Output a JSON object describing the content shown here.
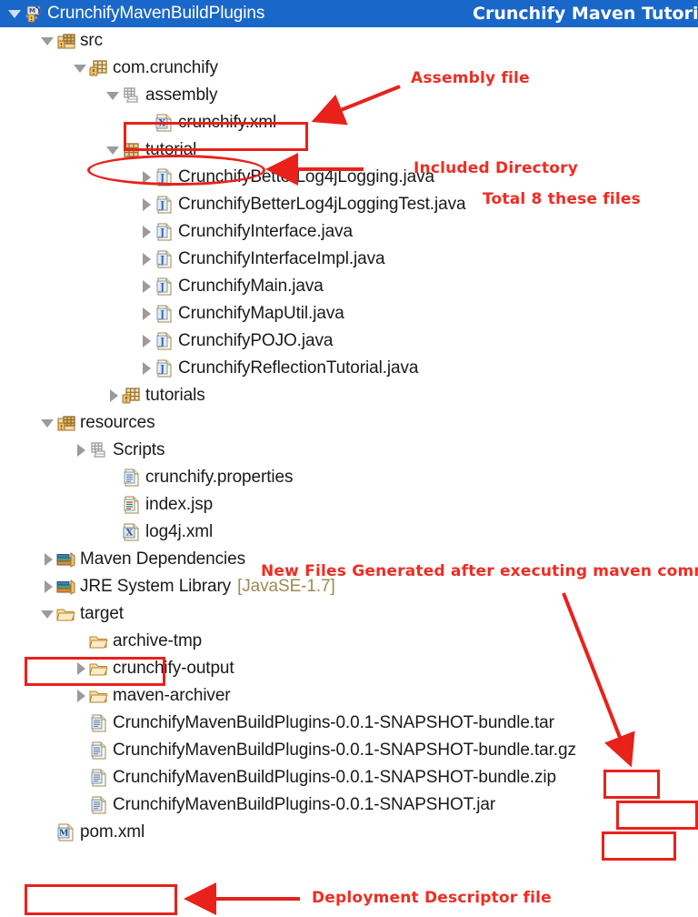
{
  "header": {
    "project_label": "CrunchifyMavenBuildPlugins",
    "watermark": "Crunchify Maven Tutorial",
    "selected_bg": "#1967c8",
    "annotation_color": "#e8211b"
  },
  "tree": [
    {
      "label": "CrunchifyMavenBuildPlugins",
      "depth": 0,
      "twisty": "open",
      "icon": "maven-project-icon",
      "selected": true
    },
    {
      "label": "src",
      "depth": 1,
      "twisty": "open",
      "icon": "source-folder-icon"
    },
    {
      "label": "com.crunchify",
      "depth": 2,
      "twisty": "open",
      "icon": "package-warning-icon"
    },
    {
      "label": "assembly",
      "depth": 3,
      "twisty": "open",
      "icon": "empty-package-icon"
    },
    {
      "label": "crunchify.xml",
      "depth": 4,
      "twisty": "none",
      "icon": "xml-file-icon"
    },
    {
      "label": "tutorial",
      "depth": 3,
      "twisty": "open",
      "icon": "package-icon"
    },
    {
      "label": "CrunchifyBetterLog4jLogging.java",
      "depth": 4,
      "twisty": "closed",
      "icon": "java-file-icon"
    },
    {
      "label": "CrunchifyBetterLog4jLoggingTest.java",
      "depth": 4,
      "twisty": "closed",
      "icon": "java-file-icon"
    },
    {
      "label": "CrunchifyInterface.java",
      "depth": 4,
      "twisty": "closed",
      "icon": "java-file-icon"
    },
    {
      "label": "CrunchifyInterfaceImpl.java",
      "depth": 4,
      "twisty": "closed",
      "icon": "java-file-icon"
    },
    {
      "label": "CrunchifyMain.java",
      "depth": 4,
      "twisty": "closed",
      "icon": "java-file-icon"
    },
    {
      "label": "CrunchifyMapUtil.java",
      "depth": 4,
      "twisty": "closed",
      "icon": "java-file-icon"
    },
    {
      "label": "CrunchifyPOJO.java",
      "depth": 4,
      "twisty": "closed",
      "icon": "java-file-icon"
    },
    {
      "label": "CrunchifyReflectionTutorial.java",
      "depth": 4,
      "twisty": "closed",
      "icon": "java-file-icon"
    },
    {
      "label": "tutorials",
      "depth": 3,
      "twisty": "closed",
      "icon": "package-warning-icon"
    },
    {
      "label": "resources",
      "depth": 1,
      "twisty": "open",
      "icon": "source-folder-icon"
    },
    {
      "label": "Scripts",
      "depth": 2,
      "twisty": "closed",
      "icon": "empty-package-icon"
    },
    {
      "label": "crunchify.properties",
      "depth": 3,
      "twisty": "none",
      "icon": "properties-file-icon"
    },
    {
      "label": "index.jsp",
      "depth": 3,
      "twisty": "none",
      "icon": "jsp-file-icon"
    },
    {
      "label": "log4j.xml",
      "depth": 3,
      "twisty": "none",
      "icon": "xml-file-icon"
    },
    {
      "label": "Maven Dependencies",
      "depth": 1,
      "twisty": "closed",
      "icon": "library-icon"
    },
    {
      "label": "JRE System Library",
      "depth": 1,
      "twisty": "closed",
      "icon": "library-icon",
      "suffix": "[JavaSE-1.7]"
    },
    {
      "label": "target",
      "depth": 1,
      "twisty": "open",
      "icon": "folder-icon"
    },
    {
      "label": "archive-tmp",
      "depth": 2,
      "twisty": "none",
      "icon": "folder-icon"
    },
    {
      "label": "crunchify-output",
      "depth": 2,
      "twisty": "closed",
      "icon": "folder-icon"
    },
    {
      "label": "maven-archiver",
      "depth": 2,
      "twisty": "closed",
      "icon": "folder-icon"
    },
    {
      "label": "CrunchifyMavenBuildPlugins-0.0.1-SNAPSHOT-bundle.tar",
      "depth": 2,
      "twisty": "none",
      "icon": "generic-file-icon"
    },
    {
      "label": "CrunchifyMavenBuildPlugins-0.0.1-SNAPSHOT-bundle.tar.gz",
      "depth": 2,
      "twisty": "none",
      "icon": "generic-file-icon"
    },
    {
      "label": "CrunchifyMavenBuildPlugins-0.0.1-SNAPSHOT-bundle.zip",
      "depth": 2,
      "twisty": "none",
      "icon": "generic-file-icon"
    },
    {
      "label": "CrunchifyMavenBuildPlugins-0.0.1-SNAPSHOT.jar",
      "depth": 2,
      "twisty": "none",
      "icon": "generic-file-icon"
    },
    {
      "label": "pom.xml",
      "depth": 1,
      "twisty": "none",
      "icon": "pom-file-icon"
    }
  ],
  "annotations": [
    {
      "id": "assembly-file",
      "text": "Assembly file"
    },
    {
      "id": "included-directory",
      "text": "Included Directory"
    },
    {
      "id": "total-files",
      "text": "Total 8 these files"
    },
    {
      "id": "new-files-generated",
      "text": "New Files Generated after executing maven command"
    },
    {
      "id": "deployment-descriptor",
      "text": "Deployment Descriptor file"
    }
  ]
}
